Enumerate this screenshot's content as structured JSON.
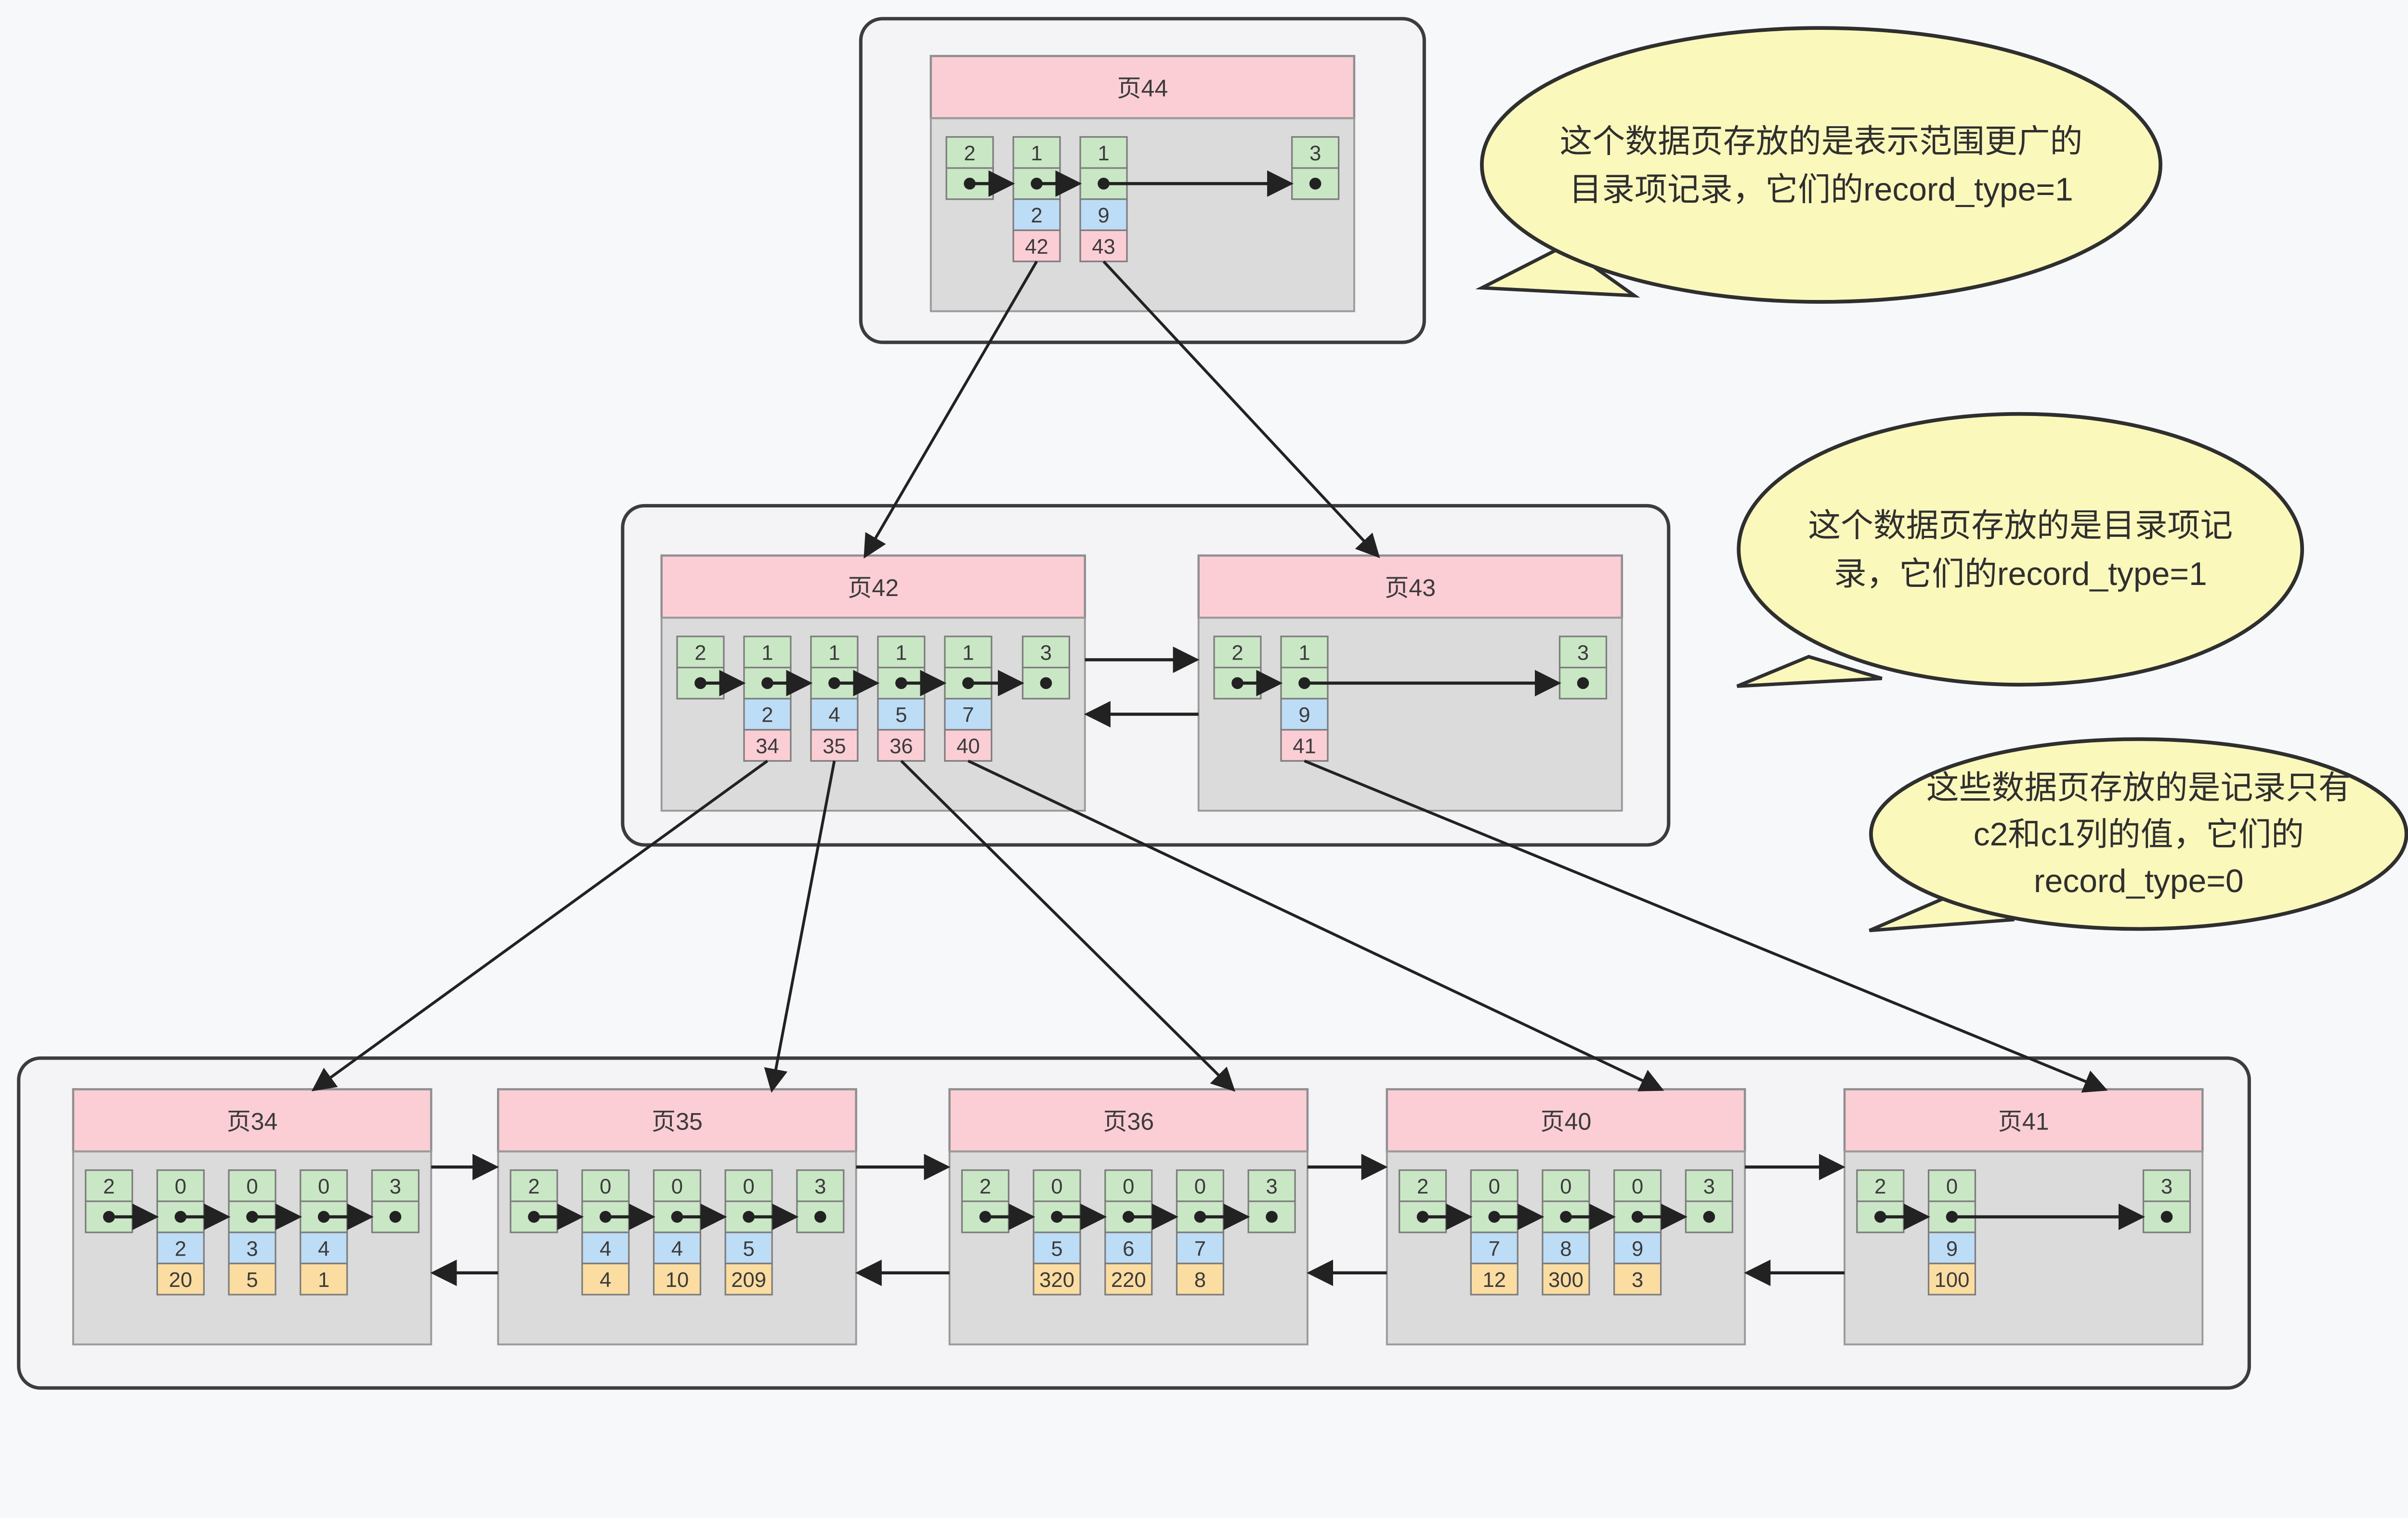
{
  "colors": {
    "background": "#f7f8fa",
    "container_fill": "#f4f4f6",
    "container_border": "#3c3c3c",
    "page_header_pink": "#fbcdd4",
    "page_body_gray": "#dbdbdb",
    "record_green": "#c9e6c5",
    "key_blue": "#bddcf6",
    "value_orange": "#fcdda1",
    "child_page_pink": "#fbcdd4",
    "bubble_yellow": "#fbf8bc",
    "line_dark": "#222222",
    "text_dark": "#3b3b3b"
  },
  "pages": [
    {
      "id": "page44",
      "title": "页44",
      "records": [
        {
          "type": "2"
        },
        {
          "type": "1",
          "key": "2",
          "child": "42"
        },
        {
          "type": "1",
          "key": "9",
          "child": "43"
        },
        {
          "type": "3"
        }
      ]
    },
    {
      "id": "page42",
      "title": "页42",
      "records": [
        {
          "type": "2"
        },
        {
          "type": "1",
          "key": "2",
          "child": "34"
        },
        {
          "type": "1",
          "key": "4",
          "child": "35"
        },
        {
          "type": "1",
          "key": "5",
          "child": "36"
        },
        {
          "type": "1",
          "key": "7",
          "child": "40"
        },
        {
          "type": "3"
        }
      ]
    },
    {
      "id": "page43",
      "title": "页43",
      "records": [
        {
          "type": "2"
        },
        {
          "type": "1",
          "key": "9",
          "child": "41"
        },
        {
          "type": "3"
        }
      ]
    },
    {
      "id": "page34",
      "title": "页34",
      "records": [
        {
          "type": "2"
        },
        {
          "type": "0",
          "key": "2",
          "val": "20"
        },
        {
          "type": "0",
          "key": "3",
          "val": "5"
        },
        {
          "type": "0",
          "key": "4",
          "val": "1"
        },
        {
          "type": "3"
        }
      ]
    },
    {
      "id": "page35",
      "title": "页35",
      "records": [
        {
          "type": "2"
        },
        {
          "type": "0",
          "key": "4",
          "val": "4"
        },
        {
          "type": "0",
          "key": "4",
          "val": "10"
        },
        {
          "type": "0",
          "key": "5",
          "val": "209"
        },
        {
          "type": "3"
        }
      ]
    },
    {
      "id": "page36",
      "title": "页36",
      "records": [
        {
          "type": "2"
        },
        {
          "type": "0",
          "key": "5",
          "val": "320"
        },
        {
          "type": "0",
          "key": "6",
          "val": "220"
        },
        {
          "type": "0",
          "key": "7",
          "val": "8"
        },
        {
          "type": "3"
        }
      ]
    },
    {
      "id": "page40",
      "title": "页40",
      "records": [
        {
          "type": "2"
        },
        {
          "type": "0",
          "key": "7",
          "val": "12"
        },
        {
          "type": "0",
          "key": "8",
          "val": "300"
        },
        {
          "type": "0",
          "key": "9",
          "val": "3"
        },
        {
          "type": "3"
        }
      ]
    },
    {
      "id": "page41",
      "title": "页41",
      "records": [
        {
          "type": "2"
        },
        {
          "type": "0",
          "key": "9",
          "val": "100"
        },
        {
          "type": "3"
        }
      ]
    }
  ],
  "bubbles": [
    {
      "id": "callout-root-level",
      "lines": [
        "这个数据页存放的是表示范围更广的",
        "目录项记录，它们的record_type=1"
      ]
    },
    {
      "id": "callout-directory-level",
      "lines": [
        "这个数据页存放的是目录项记",
        "录，它们的record_type=1"
      ]
    },
    {
      "id": "callout-leaf-level",
      "lines": [
        "这些数据页存放的是记录只有",
        "c2和c1列的值，它们的",
        "record_type=0"
      ]
    }
  ]
}
